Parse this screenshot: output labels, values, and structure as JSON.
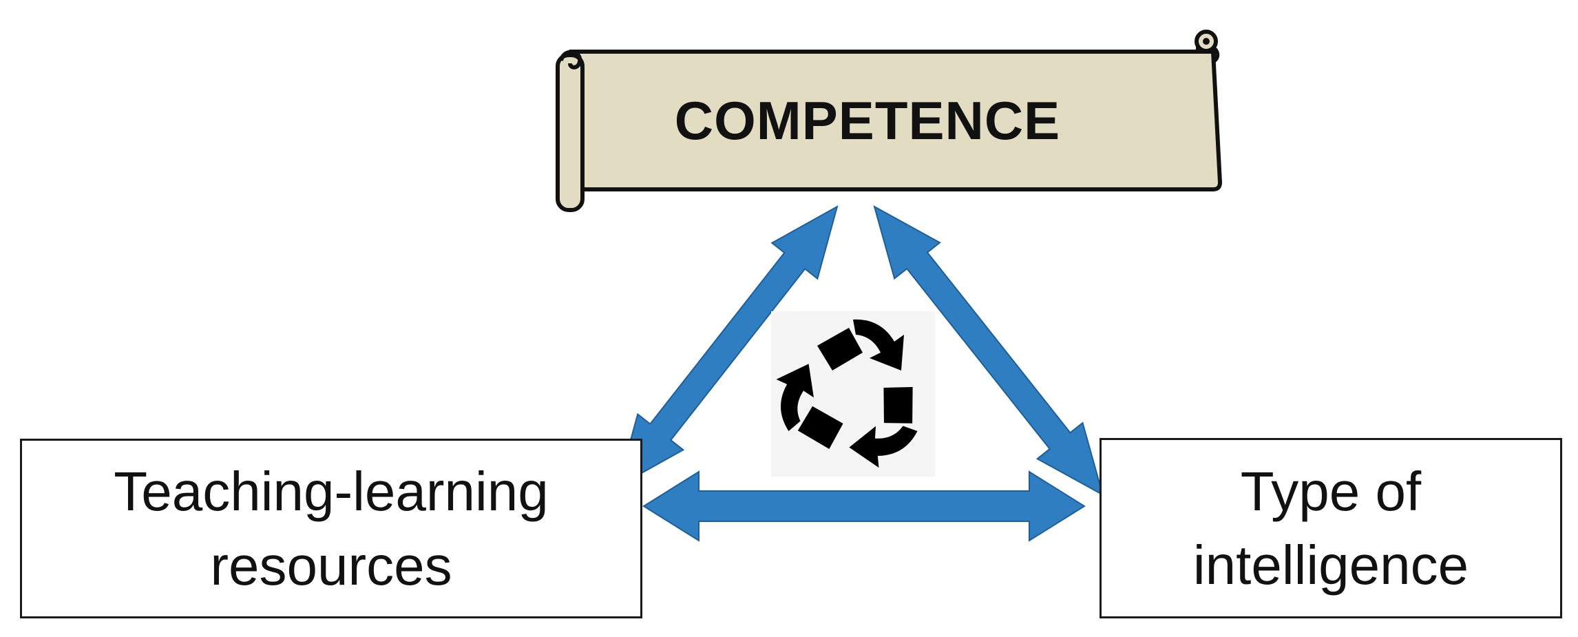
{
  "diagram": {
    "title": "COMPETENCE",
    "left_node": {
      "line1": "Teaching-learning",
      "line2": "resources"
    },
    "right_node": {
      "line1": "Type of",
      "line2": "intelligence"
    },
    "center_icon": "recycle-icon",
    "colors": {
      "banner_fill": "#E2DCC3",
      "arrow_fill": "#2E7EC1",
      "outline": "#1a1a1a"
    }
  }
}
